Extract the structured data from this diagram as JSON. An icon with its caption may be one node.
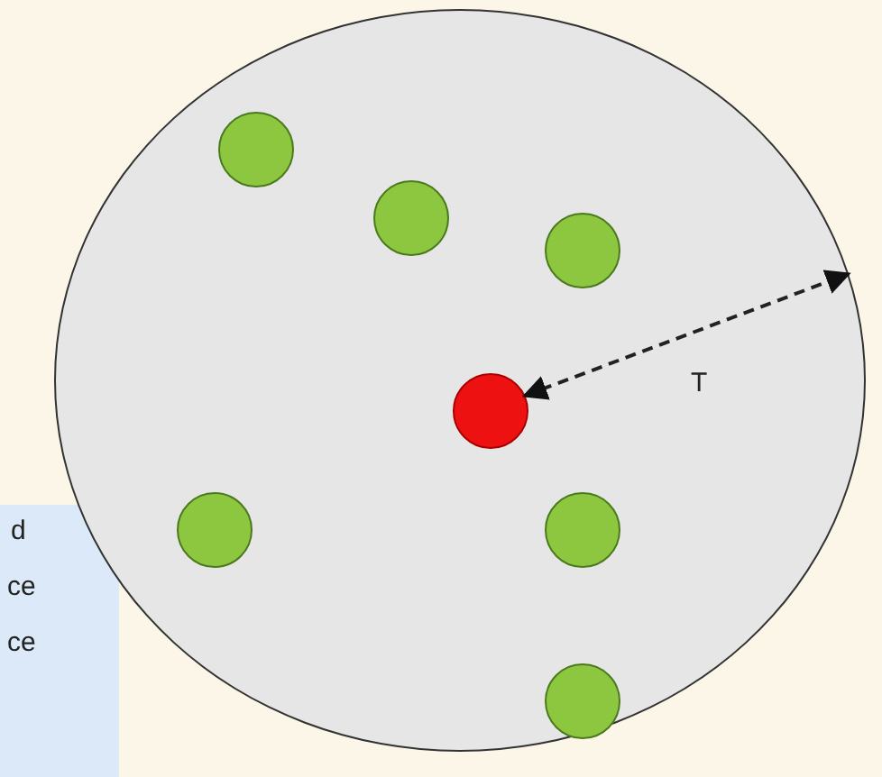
{
  "diagram": {
    "nodes": [
      {
        "text": [],
        "shape": "ellipse"
      },
      {
        "text": [],
        "shape": "circle",
        "in": 0
      },
      {
        "text": [],
        "shape": "circle",
        "in": 0
      },
      {
        "text": [],
        "shape": "circle",
        "in": 0
      },
      {
        "text": [],
        "shape": "circle",
        "in": 0
      },
      {
        "text": [],
        "shape": "circle",
        "in": 0
      },
      {
        "text": [],
        "shape": "circle",
        "in": 0
      },
      {
        "text": [],
        "shape": "circle",
        "in": 0
      }
    ],
    "edges": [
      {
        "from": 4,
        "to": 0,
        "arrow": "both",
        "style": "dashed",
        "label": "T"
      }
    ],
    "labels": [
      "d",
      "ce",
      "ce"
    ]
  }
}
